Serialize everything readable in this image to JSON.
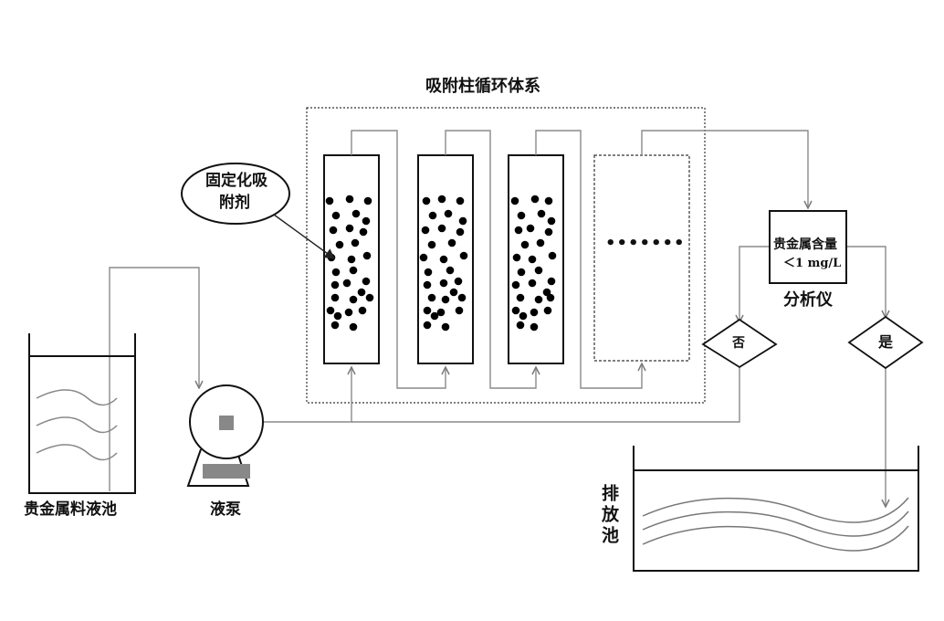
{
  "system_title": "吸附柱循环体系",
  "callout_label": "固定化吸附剂",
  "callout_line1": "固定化吸",
  "callout_line2": "附剂",
  "tank_label": "贵金属料液池",
  "pump_label": "液泵",
  "analyzer_line1": "贵金属含量",
  "analyzer_line2": "＜1 mg/L",
  "analyzer_label": "分析仪",
  "decision_no": "否",
  "decision_yes": "是",
  "discharge_label": "排放池",
  "ellipsis": "•••••••",
  "colors": {
    "line": "#8a8a8a",
    "stroke": "#111111",
    "fill": "#000000",
    "pump_square": "#888888"
  }
}
